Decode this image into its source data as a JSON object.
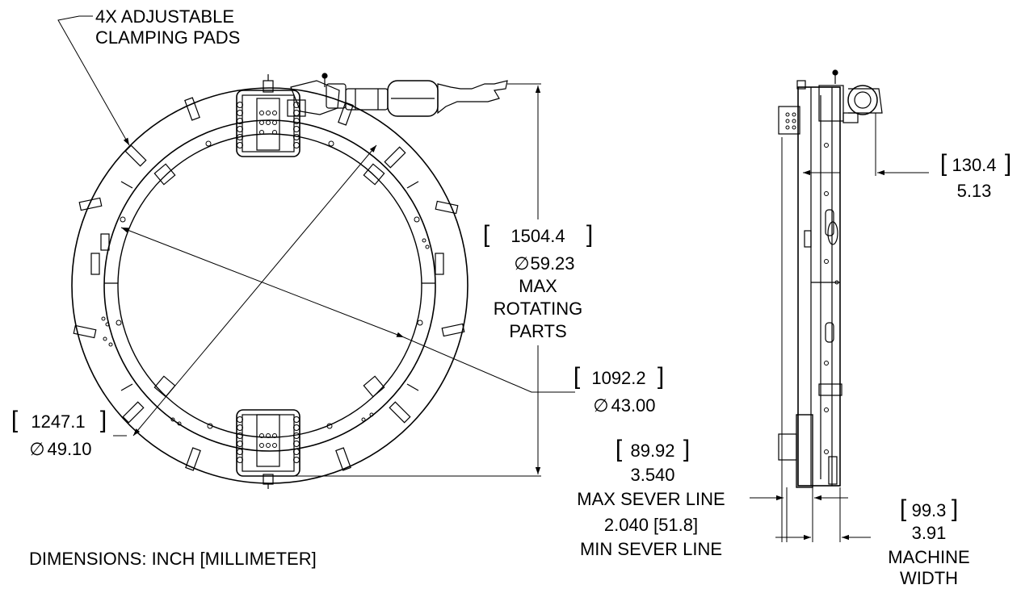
{
  "callouts": {
    "clamping_pads_line1": "4X ADJUSTABLE",
    "clamping_pads_line2": "CLAMPING PADS"
  },
  "dimensions": {
    "max_rotating": {
      "mm": "1504.4",
      "inch": "59.23",
      "line1": "MAX",
      "line2": "ROTATING",
      "line3": "PARTS"
    },
    "inner_diameter": {
      "mm": "1092.2",
      "inch": "43.00"
    },
    "ring_diameter": {
      "mm": "1247.1",
      "inch": "49.10"
    },
    "side_offset": {
      "mm": "130.4",
      "inch": "5.13"
    },
    "max_sever": {
      "mm": "89.92",
      "inch": "3.540",
      "label": "MAX SEVER LINE"
    },
    "min_sever": {
      "value": "2.040 [51.8]",
      "label": "MIN SEVER LINE"
    },
    "machine_width": {
      "mm": "99.3",
      "inch": "3.91",
      "line1": "MACHINE",
      "line2": "WIDTH"
    }
  },
  "symbols": {
    "diameter": "∅",
    "bracket_open": "[",
    "bracket_close": "]"
  },
  "units_note": "DIMENSIONS: INCH [MILLIMETER]",
  "colors": {
    "line": "#000000",
    "background": "#ffffff"
  }
}
